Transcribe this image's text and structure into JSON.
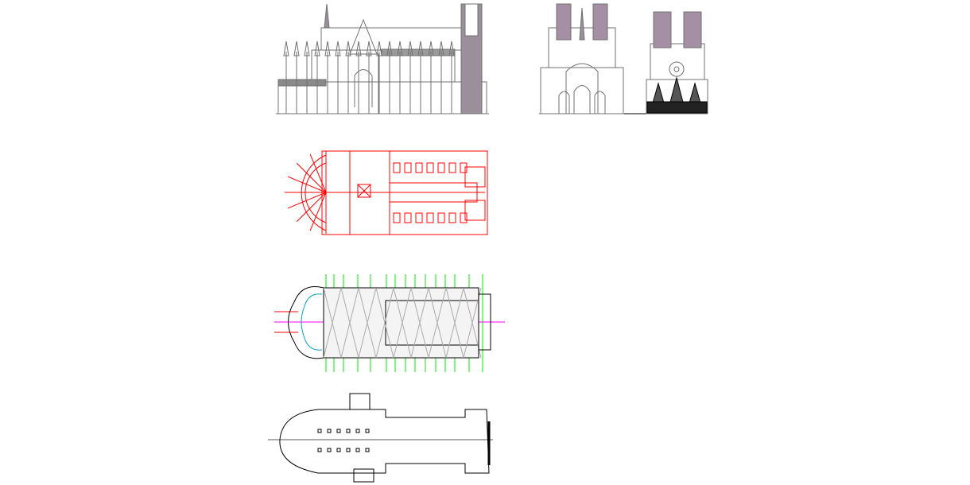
{
  "drawing": {
    "views": [
      {
        "id": "side-elevation",
        "color": "#707070"
      },
      {
        "id": "east-elevation",
        "color": "#707070"
      },
      {
        "id": "west-facade-elevation",
        "color": "#707070"
      },
      {
        "id": "structural-plan",
        "color": "#ff0000"
      },
      {
        "id": "vault-plan",
        "color": "#808080",
        "grid_color": "#00ee00",
        "axis_color": "#ff00ff",
        "accent_color": "#00a0c0"
      },
      {
        "id": "ground-plan",
        "color": "#000000"
      }
    ],
    "background": "#ffffff"
  }
}
